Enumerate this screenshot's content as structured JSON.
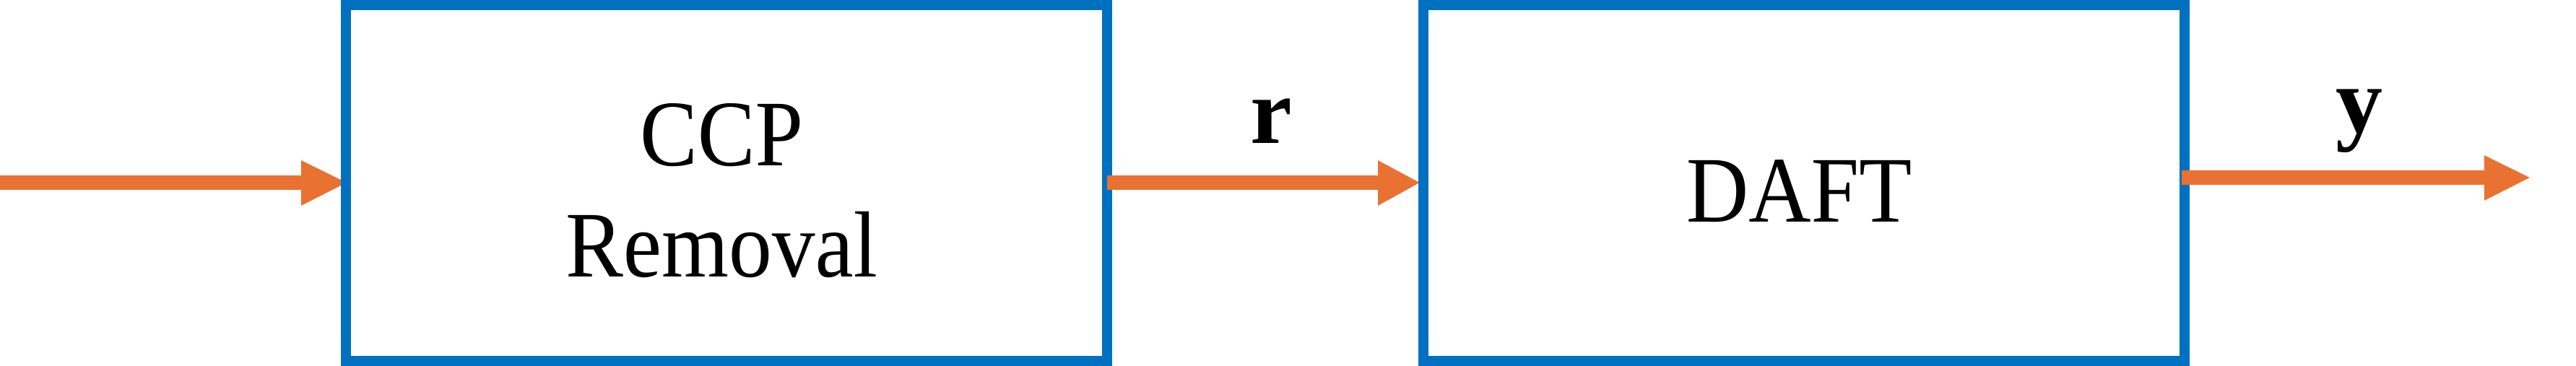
{
  "diagram": {
    "type": "block-diagram",
    "colors": {
      "block_border": "#0070C0",
      "arrow": "#E97132",
      "text": "#000000",
      "background": "#FFFFFF"
    },
    "blocks": [
      {
        "id": "ccp-removal",
        "lines": [
          "CCP",
          "Removal"
        ]
      },
      {
        "id": "daft",
        "lines": [
          "DAFT"
        ]
      }
    ],
    "signals": [
      {
        "id": "input",
        "from": null,
        "to": "ccp-removal",
        "label": ""
      },
      {
        "id": "r",
        "from": "ccp-removal",
        "to": "daft",
        "label": "r"
      },
      {
        "id": "y",
        "from": "daft",
        "to": null,
        "label": "y"
      }
    ]
  }
}
